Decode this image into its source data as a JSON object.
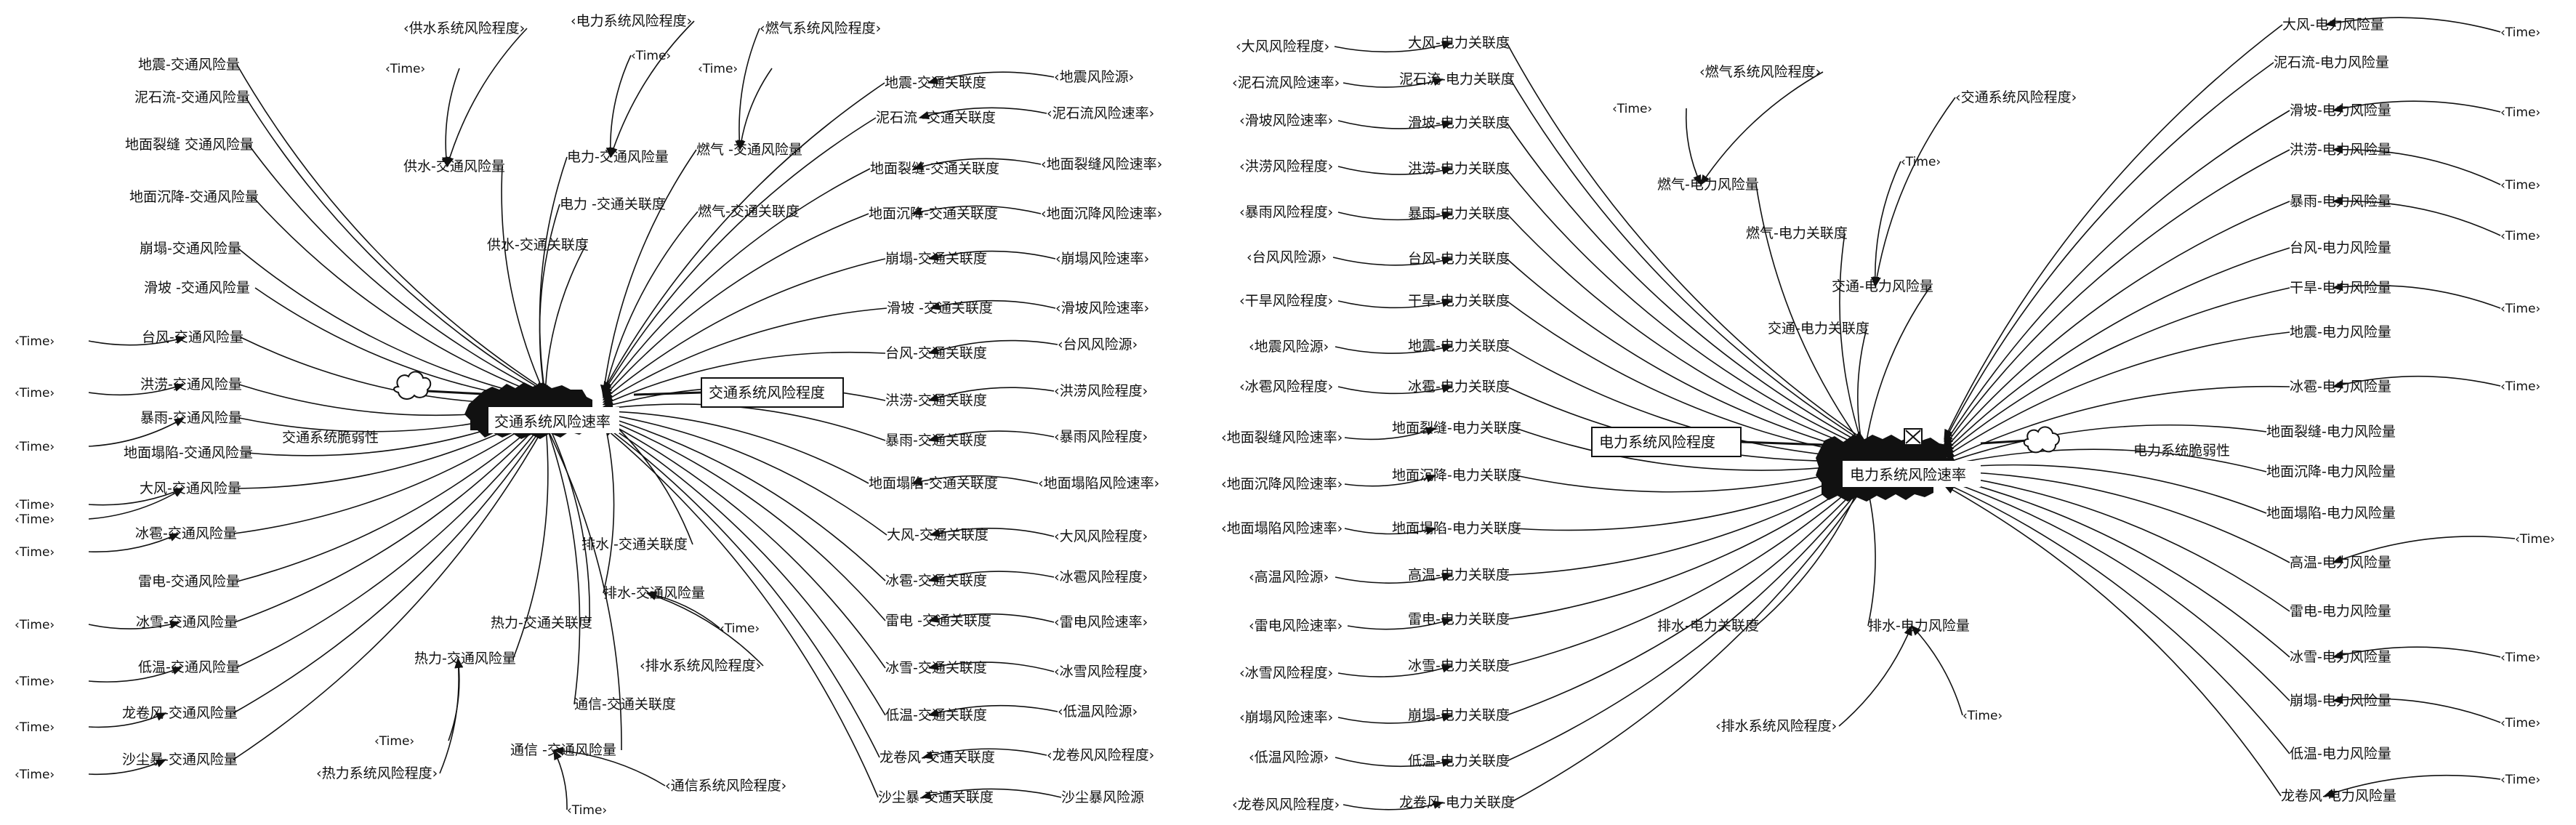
{
  "colors": {
    "line": "#111111",
    "background": "#ffffff",
    "hub": "#111111"
  },
  "left": {
    "rate_label": "交通系统风险速率",
    "stock_label": "交通系统风险程度",
    "vulnerability_label": "交通系统脆弱性",
    "labels": [
      {
        "id": "l_gy",
        "text": "供水系统风险程度",
        "angle": true
      },
      {
        "id": "l_dl",
        "text": "电力系统风险程度",
        "angle": true
      },
      {
        "id": "l_rq",
        "text": "燃气系统风险程度",
        "angle": true
      },
      {
        "id": "l_t1",
        "text": "Time",
        "angle": true
      },
      {
        "id": "l_t2",
        "text": "Time",
        "angle": true
      },
      {
        "id": "l_t3",
        "text": "Time",
        "angle": true
      },
      {
        "id": "l_gyjf",
        "text": "供水-交通风险量"
      },
      {
        "id": "l_dljf",
        "text": "电力-交通风险量"
      },
      {
        "id": "l_rqjf",
        "text": "燃气 -交通风险量"
      },
      {
        "id": "l_dlgl",
        "text": "电力 -交通关联度"
      },
      {
        "id": "l_rqgl",
        "text": "燃气-交通关联度"
      },
      {
        "id": "l_gygl",
        "text": "供水-交通关联度"
      },
      {
        "id": "l_dz",
        "text": "地震-交通风险量"
      },
      {
        "id": "l_nsl",
        "text": "泥石流-交通风险量"
      },
      {
        "id": "l_dmlf",
        "text": "地面裂缝 交通风险量"
      },
      {
        "id": "l_dmcj",
        "text": "地面沉降-交通风险量"
      },
      {
        "id": "l_bt",
        "text": "崩塌-交通风险量"
      },
      {
        "id": "l_hp",
        "text": "滑坡 -交通风险量"
      },
      {
        "id": "l_tf",
        "text": "台风-交通风险量"
      },
      {
        "id": "l_hl",
        "text": "洪涝-交通风险量"
      },
      {
        "id": "l_by",
        "text": "暴雨-交通风险量"
      },
      {
        "id": "l_dmtx",
        "text": "地面塌陷-交通风险量"
      },
      {
        "id": "l_df",
        "text": "大风-交通风险量"
      },
      {
        "id": "l_bb",
        "text": "冰雹-交通风险量"
      },
      {
        "id": "l_ld",
        "text": "雷电-交通风险量"
      },
      {
        "id": "l_bx",
        "text": "冰雪-交通风险量"
      },
      {
        "id": "l_dw",
        "text": "低温-交通风险量"
      },
      {
        "id": "l_ljf",
        "text": "龙卷风-交通风险量"
      },
      {
        "id": "l_scb",
        "text": "沙尘暴-交通风险量"
      },
      {
        "id": "l_lt1",
        "text": "Time",
        "angle": true
      },
      {
        "id": "l_lt2",
        "text": "Time",
        "angle": true
      },
      {
        "id": "l_lt3",
        "text": "Time",
        "angle": true
      },
      {
        "id": "l_lt4",
        "text": "Time",
        "angle": true
      },
      {
        "id": "l_lt5",
        "text": "Time",
        "angle": true
      },
      {
        "id": "l_lt6",
        "text": "Time",
        "angle": true
      },
      {
        "id": "l_lt7",
        "text": "Time",
        "angle": true
      },
      {
        "id": "l_lt8",
        "text": "Time",
        "angle": true
      },
      {
        "id": "l_lt9",
        "text": "Time",
        "angle": true
      },
      {
        "id": "l_lt10",
        "text": "Time",
        "angle": true
      },
      {
        "id": "l_rgl1",
        "text": "地震-交通关联度"
      },
      {
        "id": "l_rgl2",
        "text": "泥石流 -交通关联度"
      },
      {
        "id": "l_rgl3",
        "text": "地面裂缝-交通关联度"
      },
      {
        "id": "l_rgl4",
        "text": "地面沉降-交通关联度"
      },
      {
        "id": "l_rgl5",
        "text": "崩塌-交通关联度"
      },
      {
        "id": "l_rgl6",
        "text": "滑坡 -交通关联度"
      },
      {
        "id": "l_rgl7",
        "text": "台风-交通关联度"
      },
      {
        "id": "l_rgl8",
        "text": "洪涝-交通关联度"
      },
      {
        "id": "l_rgl9",
        "text": "暴雨-交通关联度"
      },
      {
        "id": "l_rgl10",
        "text": "地面塌陷-交通关联度"
      },
      {
        "id": "l_rgl11",
        "text": "大风-交通关联度"
      },
      {
        "id": "l_rgl12",
        "text": "冰雹-交通关联度"
      },
      {
        "id": "l_rgl13",
        "text": "雷电 -交通关联度"
      },
      {
        "id": "l_rgl14",
        "text": "冰雪-交通关联度"
      },
      {
        "id": "l_rgl15",
        "text": "低温-交通关联度"
      },
      {
        "id": "l_rgl16",
        "text": "龙卷风-交通关联度"
      },
      {
        "id": "l_rgl17",
        "text": "沙尘暴-交通关联度"
      },
      {
        "id": "l_rs1",
        "text": "地震风险源",
        "angle": true
      },
      {
        "id": "l_rs2",
        "text": "泥石流风险速率",
        "angle": true
      },
      {
        "id": "l_rs3",
        "text": "地面裂缝风险速率",
        "angle": true
      },
      {
        "id": "l_rs4",
        "text": "地面沉降风险速率",
        "angle": true
      },
      {
        "id": "l_rs5",
        "text": "崩塌风险速率",
        "angle": true
      },
      {
        "id": "l_rs6",
        "text": "滑坡风险速率",
        "angle": true
      },
      {
        "id": "l_rs7",
        "text": "台风风险源",
        "angle": true
      },
      {
        "id": "l_rs8",
        "text": "洪涝风险程度",
        "angle": true
      },
      {
        "id": "l_rs9",
        "text": "暴雨风险程度",
        "angle": true
      },
      {
        "id": "l_rs10",
        "text": "地面塌陷风险速率",
        "angle": true
      },
      {
        "id": "l_rs11",
        "text": "大风风险程度",
        "angle": true
      },
      {
        "id": "l_rs12",
        "text": "冰雹风险程度",
        "angle": true
      },
      {
        "id": "l_rs13",
        "text": "雷电风险速率",
        "angle": true
      },
      {
        "id": "l_rs14",
        "text": "冰雪风险程度",
        "angle": true
      },
      {
        "id": "l_rs15",
        "text": "低温风险源",
        "angle": true
      },
      {
        "id": "l_rs16",
        "text": "龙卷风风险程度",
        "angle": true
      },
      {
        "id": "l_rs17",
        "text": "沙尘暴风险源"
      },
      {
        "id": "l_psgl",
        "text": "排水 -交通关联度"
      },
      {
        "id": "l_psjf",
        "text": "排水-交通风险量"
      },
      {
        "id": "l_rlgl",
        "text": "热力-交通关联度"
      },
      {
        "id": "l_rljf",
        "text": "热力-交通风险量"
      },
      {
        "id": "l_txgl",
        "text": "通信-交通关联度"
      },
      {
        "id": "l_txjf",
        "text": "通信 -交通风险量"
      },
      {
        "id": "l_pscd",
        "text": "排水系统风险程度",
        "angle": true
      },
      {
        "id": "l_rlcd",
        "text": "热力系统风险程度",
        "angle": true
      },
      {
        "id": "l_txcd",
        "text": "通信系统风险程度",
        "angle": true
      },
      {
        "id": "l_bt1",
        "text": "Time",
        "angle": true
      },
      {
        "id": "l_bt2",
        "text": "Time",
        "angle": true
      },
      {
        "id": "l_bt3",
        "text": "Time",
        "angle": true
      }
    ]
  },
  "right": {
    "rate_label": "电力系统风险速率",
    "stock_label": "电力系统风险程度",
    "vulnerability_label": "电力系统脆弱性",
    "labels": [
      {
        "id": "r_s1",
        "text": "大风风险程度",
        "angle": true
      },
      {
        "id": "r_s2",
        "text": "泥石流风险速率",
        "angle": true
      },
      {
        "id": "r_s3",
        "text": "滑坡风险速率",
        "angle": true
      },
      {
        "id": "r_s4",
        "text": "洪涝风险程度",
        "angle": true
      },
      {
        "id": "r_s5",
        "text": "暴雨风险程度",
        "angle": true
      },
      {
        "id": "r_s6",
        "text": "台风风险源",
        "angle": true
      },
      {
        "id": "r_s7",
        "text": "干旱风险程度",
        "angle": true
      },
      {
        "id": "r_s8",
        "text": "地震风险源",
        "angle": true
      },
      {
        "id": "r_s9",
        "text": "冰雹风险程度",
        "angle": true
      },
      {
        "id": "r_s10",
        "text": "地面裂缝风险速率",
        "angle": true
      },
      {
        "id": "r_s11",
        "text": "地面沉降风险速率",
        "angle": true
      },
      {
        "id": "r_s12",
        "text": "地面塌陷风险速率",
        "angle": true
      },
      {
        "id": "r_s13",
        "text": "高温风险源",
        "angle": true
      },
      {
        "id": "r_s14",
        "text": "雷电风险速率",
        "angle": true
      },
      {
        "id": "r_s15",
        "text": "冰雪风险程度",
        "angle": true
      },
      {
        "id": "r_s16",
        "text": "崩塌风险速率",
        "angle": true
      },
      {
        "id": "r_s17",
        "text": "低温风险源",
        "angle": true
      },
      {
        "id": "r_s18",
        "text": "龙卷风风险程度",
        "angle": true
      },
      {
        "id": "r_g1",
        "text": "大风-电力关联度"
      },
      {
        "id": "r_g2",
        "text": "泥石流-电力关联度"
      },
      {
        "id": "r_g3",
        "text": "滑坡-电力关联度"
      },
      {
        "id": "r_g4",
        "text": "洪涝-电力关联度"
      },
      {
        "id": "r_g5",
        "text": "暴雨-电力关联度"
      },
      {
        "id": "r_g6",
        "text": "台风-电力关联度"
      },
      {
        "id": "r_g7",
        "text": "干旱-电力关联度"
      },
      {
        "id": "r_g8",
        "text": "地震-电力关联度"
      },
      {
        "id": "r_g9",
        "text": "冰雹-电力关联度"
      },
      {
        "id": "r_g10",
        "text": "地面裂缝-电力关联度"
      },
      {
        "id": "r_g11",
        "text": "地面沉降-电力关联度"
      },
      {
        "id": "r_g12",
        "text": "地面塌陷-电力关联度"
      },
      {
        "id": "r_g13",
        "text": "高温-电力关联度"
      },
      {
        "id": "r_g14",
        "text": "雷电-电力关联度"
      },
      {
        "id": "r_g15",
        "text": "冰雪-电力关联度"
      },
      {
        "id": "r_g16",
        "text": "崩塌-电力关联度"
      },
      {
        "id": "r_g17",
        "text": "低温-电力关联度"
      },
      {
        "id": "r_g18",
        "text": "龙卷风-电力关联度"
      },
      {
        "id": "r_rq",
        "text": "燃气系统风险程度",
        "angle": true
      },
      {
        "id": "r_jt",
        "text": "交通系统风险程度",
        "angle": true
      },
      {
        "id": "r_t1",
        "text": "Time",
        "angle": true
      },
      {
        "id": "r_t2",
        "text": "Time",
        "angle": true
      },
      {
        "id": "r_rqdf",
        "text": "燃气-电力风险量"
      },
      {
        "id": "r_rqgl",
        "text": "燃气-电力关联度"
      },
      {
        "id": "r_jtdf",
        "text": "交通-电力风险量"
      },
      {
        "id": "r_jtgl",
        "text": "交通-电力关联度"
      },
      {
        "id": "r_f1",
        "text": "大风-电力风险量"
      },
      {
        "id": "r_f2",
        "text": "泥石流-电力风险量"
      },
      {
        "id": "r_f3",
        "text": "滑坡-电力风险量"
      },
      {
        "id": "r_f4",
        "text": "洪涝-电力风险量"
      },
      {
        "id": "r_f5",
        "text": "暴雨-电力风险量"
      },
      {
        "id": "r_f6",
        "text": "台风-电力风险量"
      },
      {
        "id": "r_f7",
        "text": "干旱-电力风险量"
      },
      {
        "id": "r_f8",
        "text": "地震-电力风险量"
      },
      {
        "id": "r_f9",
        "text": "冰雹-电力风险量"
      },
      {
        "id": "r_f10",
        "text": "地面裂缝-电力风险量"
      },
      {
        "id": "r_f11",
        "text": "地面沉降-电力风险量"
      },
      {
        "id": "r_f12",
        "text": "地面塌陷-电力风险量"
      },
      {
        "id": "r_f13",
        "text": "高温-电力风险量"
      },
      {
        "id": "r_f14",
        "text": "雷电-电力风险量"
      },
      {
        "id": "r_f15",
        "text": "冰雪-电力风险量"
      },
      {
        "id": "r_f16",
        "text": "崩塌-电力风险量"
      },
      {
        "id": "r_f17",
        "text": "低温-电力风险量"
      },
      {
        "id": "r_f18",
        "text": "龙卷风-电力风险量"
      },
      {
        "id": "r_rt1",
        "text": "Time",
        "angle": true
      },
      {
        "id": "r_rt2",
        "text": "Time",
        "angle": true
      },
      {
        "id": "r_rt3",
        "text": "Time",
        "angle": true
      },
      {
        "id": "r_rt4",
        "text": "Time",
        "angle": true
      },
      {
        "id": "r_rt5",
        "text": "Time",
        "angle": true
      },
      {
        "id": "r_rt6",
        "text": "Time",
        "angle": true
      },
      {
        "id": "r_rt7",
        "text": "Time",
        "angle": true
      },
      {
        "id": "r_rt8",
        "text": "Time",
        "angle": true
      },
      {
        "id": "r_rt9",
        "text": "Time",
        "angle": true
      },
      {
        "id": "r_rt10",
        "text": "Time",
        "angle": true
      },
      {
        "id": "r_psgl",
        "text": "排水-电力关联度"
      },
      {
        "id": "r_psdf",
        "text": "排水-电力风险量"
      },
      {
        "id": "r_pscd",
        "text": "排水系统风险程度",
        "angle": true
      },
      {
        "id": "r_bt",
        "text": "Time",
        "angle": true
      }
    ]
  }
}
